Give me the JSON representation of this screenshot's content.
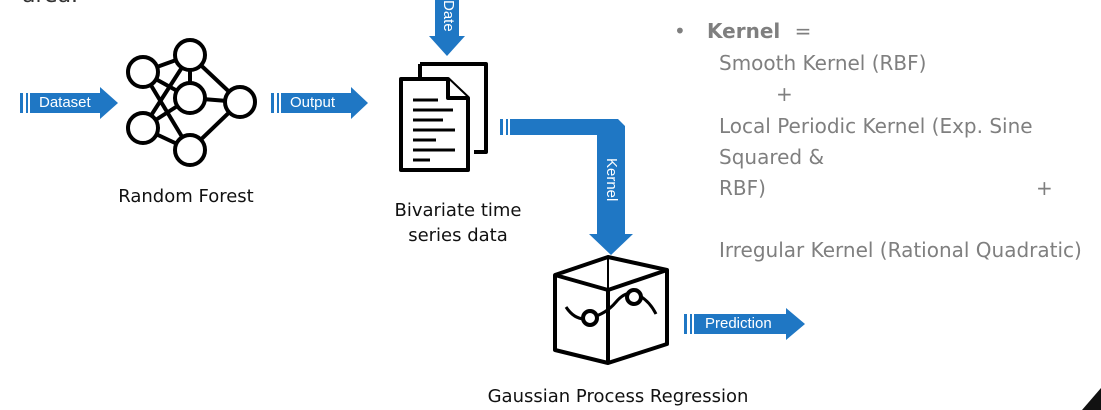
{
  "top_fragment": "area.",
  "inputs": {
    "dataset_label": "Dataset",
    "date_label": "Date"
  },
  "model": {
    "name": "Random Forest",
    "output_label": "Output"
  },
  "data_node": {
    "caption_line1": "Bivariate time",
    "caption_line2": "series data"
  },
  "kernel_arrow_label": "Kernel",
  "gpr": {
    "name": "Gaussian Process Regression",
    "prediction_label": "Prediction"
  },
  "kernel_spec": {
    "bullet": "•",
    "heading": "Kernel",
    "equals": "=",
    "line1": "Smooth Kernel (RBF)",
    "plus1": "+",
    "line2a": "Local Periodic Kernel (Exp. Sine",
    "line2b": "Squared &",
    "line2c": "RBF)",
    "plus2": "+",
    "line3": "Irregular Kernel (Rational Quadratic)"
  },
  "colors": {
    "arrow_blue": "#1f77c4",
    "icon_black": "#000000",
    "text_gray": "#7f7f7f"
  }
}
